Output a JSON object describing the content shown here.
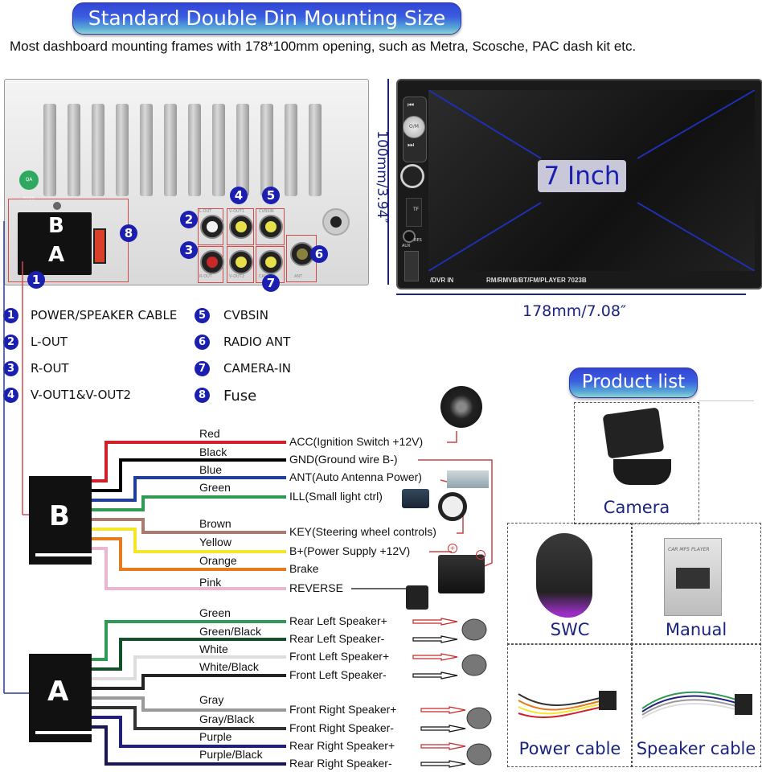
{
  "header": {
    "title": "Standard Double Din Mounting Size",
    "intro": "Most dashboard mounting frames with 178*100mm opening,   such as Metra, Scosche, PAC dash kit etc."
  },
  "back_panel": {
    "qa_sticker": "QA PASS",
    "connector_labels": [
      "B",
      "A"
    ],
    "port_labels": [
      "L-OUT",
      "V-OUT1",
      "CVBSIN",
      "R-OUT",
      "V-OUT2",
      "CAMERA",
      "ANT"
    ],
    "callouts": [
      "1",
      "2",
      "3",
      "4",
      "5",
      "6",
      "7",
      "8"
    ]
  },
  "front_panel": {
    "screen_label": "7 Inch",
    "bottom_left": "/DVR IN",
    "model": "RM/RMVB/BT/FM/PLAYER  7023B",
    "buttons": [
      "⏮",
      "O/M",
      "⏭",
      "TF",
      "RES",
      "AUX"
    ]
  },
  "dimensions": {
    "height": "100mm/3.94″",
    "width": "178mm/7.08″"
  },
  "legend": [
    {
      "num": "1",
      "label": "POWER/SPEAKER CABLE"
    },
    {
      "num": "2",
      "label": "L-OUT"
    },
    {
      "num": "3",
      "label": "R-OUT"
    },
    {
      "num": "4",
      "label": "V-OUT1&V-OUT2"
    },
    {
      "num": "5",
      "label": "CVBSIN"
    },
    {
      "num": "6",
      "label": "RADIO ANT"
    },
    {
      "num": "7",
      "label": "CAMERA-IN"
    },
    {
      "num": "8",
      "label": "Fuse"
    }
  ],
  "harness_b": {
    "label": "B",
    "wires": [
      {
        "color_name": "Red",
        "color": "#d0202a",
        "function": "ACC(Ignition Switch +12V)"
      },
      {
        "color_name": "Black",
        "color": "#000000",
        "function": "GND(Ground wire B-)"
      },
      {
        "color_name": "Blue",
        "color": "#1f3f9a",
        "function": "ANT(Auto Antenna Power)"
      },
      {
        "color_name": "Green",
        "color": "#2e9a54",
        "function": "ILL(Small light ctrl)"
      },
      {
        "color_name": "Brown",
        "color": "#a87a72",
        "function": "KEY(Steering wheel controls)"
      },
      {
        "color_name": "Yellow",
        "color": "#f4e62a",
        "function": "B+(Power Supply +12V)"
      },
      {
        "color_name": "Orange",
        "color": "#e57a1e",
        "function": "Brake"
      },
      {
        "color_name": "Pink",
        "color": "#e9b7d2",
        "function": "REVERSE"
      }
    ]
  },
  "harness_a": {
    "label": "A",
    "wires": [
      {
        "color_name": "Green",
        "color": "#2e9a54",
        "function": "Rear Left Speaker+",
        "polarity": "+"
      },
      {
        "color_name": "Green/Black",
        "color": "#14502a",
        "function": "Rear Left Speaker-",
        "polarity": "-"
      },
      {
        "color_name": "White",
        "color": "#dddddd",
        "function": "Front Left Speaker+",
        "polarity": "+"
      },
      {
        "color_name": "White/Black",
        "color": "#222222",
        "function": "Front Left Speaker-",
        "polarity": "-"
      },
      {
        "color_name": "Gray",
        "color": "#9a9a9a",
        "function": "Front Right Speaker+",
        "polarity": "+"
      },
      {
        "color_name": "Gray/Black",
        "color": "#333333",
        "function": "Front Right Speaker-",
        "polarity": "-"
      },
      {
        "color_name": "Purple",
        "color": "#22207a",
        "function": "Rear Right Speaker+",
        "polarity": "+"
      },
      {
        "color_name": "Purple/Black",
        "color": "#1a1850",
        "function": "Rear Right Speaker-",
        "polarity": "-"
      }
    ]
  },
  "product_list": {
    "title": "Product list",
    "items": [
      "Camera",
      "SWC",
      "Manual",
      "Power cable",
      "Speaker cable"
    ],
    "manual_cover_text": "CAR MP5 PLAYER"
  },
  "colors": {
    "accent_blue": "#1a237e",
    "callout_blue": "#1a1fb0",
    "highlight_red": "#d24b4b"
  }
}
